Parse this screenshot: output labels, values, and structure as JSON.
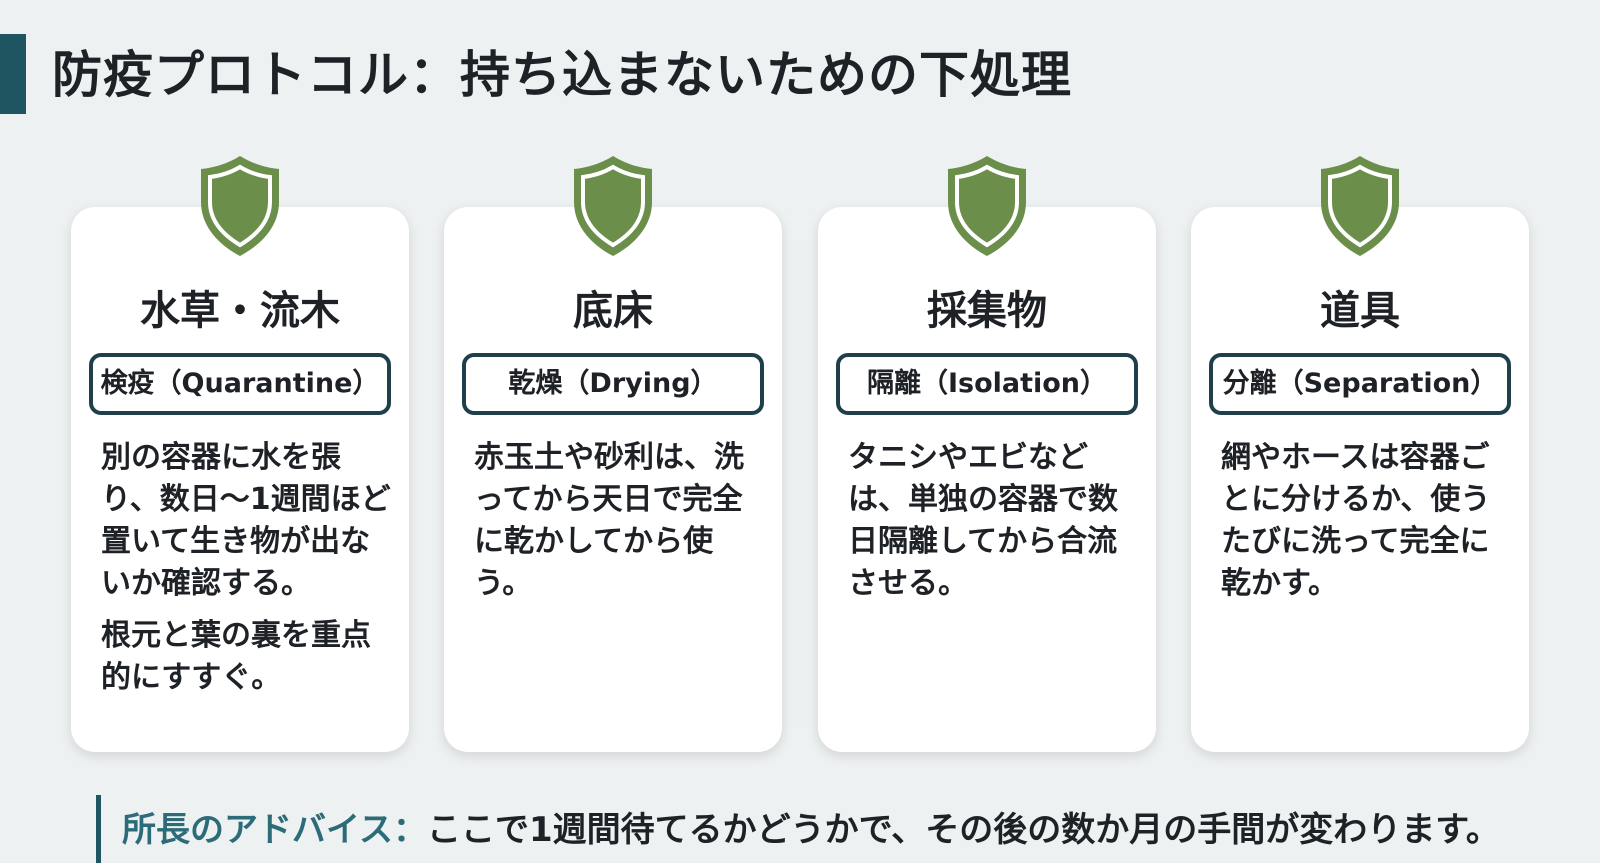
{
  "title": "防疫プロトコル：持ち込まないための下処理",
  "colors": {
    "accent": "#1f5560",
    "shield": "#6b8e4a",
    "tag_border": "#1f3f4a",
    "advice_label": "#2c6b78"
  },
  "cards": [
    {
      "icon": "shield-icon",
      "title": "水草・流木",
      "tag": "検疫（Quarantine）",
      "paragraphs": [
        "別の容器に水を張り、数日〜1週間ほど置いて生き物が出ないか確認する。",
        "根元と葉の裏を重点的にすすぐ。"
      ]
    },
    {
      "icon": "shield-icon",
      "title": "底床",
      "tag": "乾燥（Drying）",
      "paragraphs": [
        "赤玉土や砂利は、洗ってから天日で完全に乾かしてから使う。"
      ]
    },
    {
      "icon": "shield-icon",
      "title": "採集物",
      "tag": "隔離（Isolation）",
      "paragraphs": [
        "タニシやエビなどは、単独の容器で数日隔離してから合流させる。"
      ]
    },
    {
      "icon": "shield-icon",
      "title": "道具",
      "tag": "分離（Separation）",
      "paragraphs": [
        "網やホースは容器ごとに分けるか、使うたびに洗って完全に乾かす。"
      ]
    }
  ],
  "advice": {
    "label": "所長のアドバイス：",
    "text": "ここで1週間待てるかどうかで、その後の数か月の手間が変わります。"
  }
}
